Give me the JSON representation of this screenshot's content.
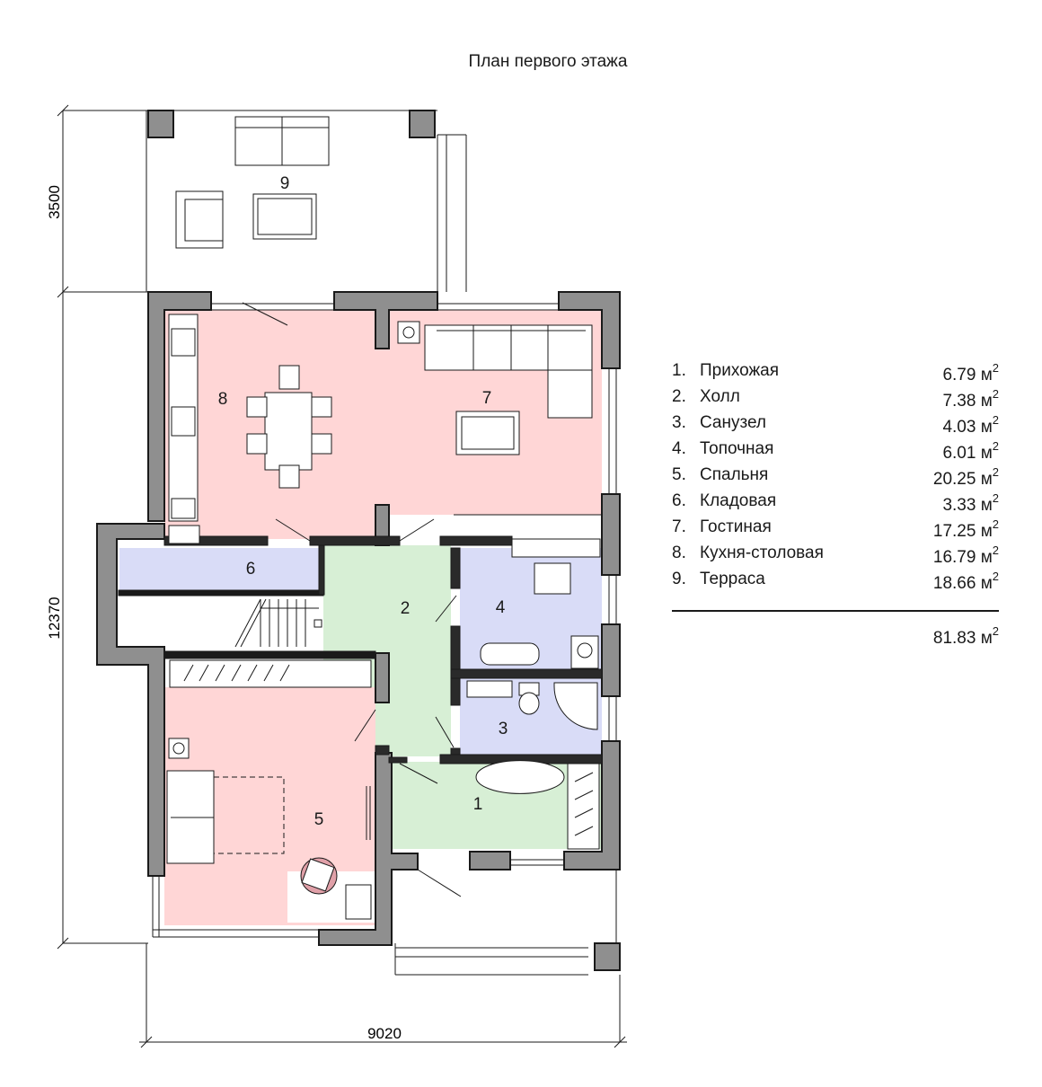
{
  "title": "План первого этажа",
  "dimensions": {
    "terrace_depth": "3500",
    "house_depth": "12370",
    "house_width": "9020"
  },
  "room_labels": [
    "1",
    "2",
    "3",
    "4",
    "5",
    "6",
    "7",
    "8",
    "9"
  ],
  "legend": {
    "unit": "м",
    "unit_power": "2",
    "rooms": [
      {
        "num": "1.",
        "name": "Прихожая",
        "area": "6.79"
      },
      {
        "num": "2.",
        "name": "Холл",
        "area": "7.38"
      },
      {
        "num": "3.",
        "name": "Санузел",
        "area": "4.03"
      },
      {
        "num": "4.",
        "name": "Топочная",
        "area": "6.01"
      },
      {
        "num": "5.",
        "name": "Спальня",
        "area": "20.25"
      },
      {
        "num": "6.",
        "name": "Кладовая",
        "area": "3.33"
      },
      {
        "num": "7.",
        "name": "Гостиная",
        "area": "17.25"
      },
      {
        "num": "8.",
        "name": "Кухня-столовая",
        "area": "16.79"
      },
      {
        "num": "9.",
        "name": "Терраса",
        "area": "18.66"
      }
    ],
    "total": "81.83"
  },
  "colors": {
    "wall": "#8f8f8f",
    "pink": "#ffd6d6",
    "green": "#d7efd5",
    "blue": "#d9dcf7",
    "line": "#1a1a1a"
  }
}
